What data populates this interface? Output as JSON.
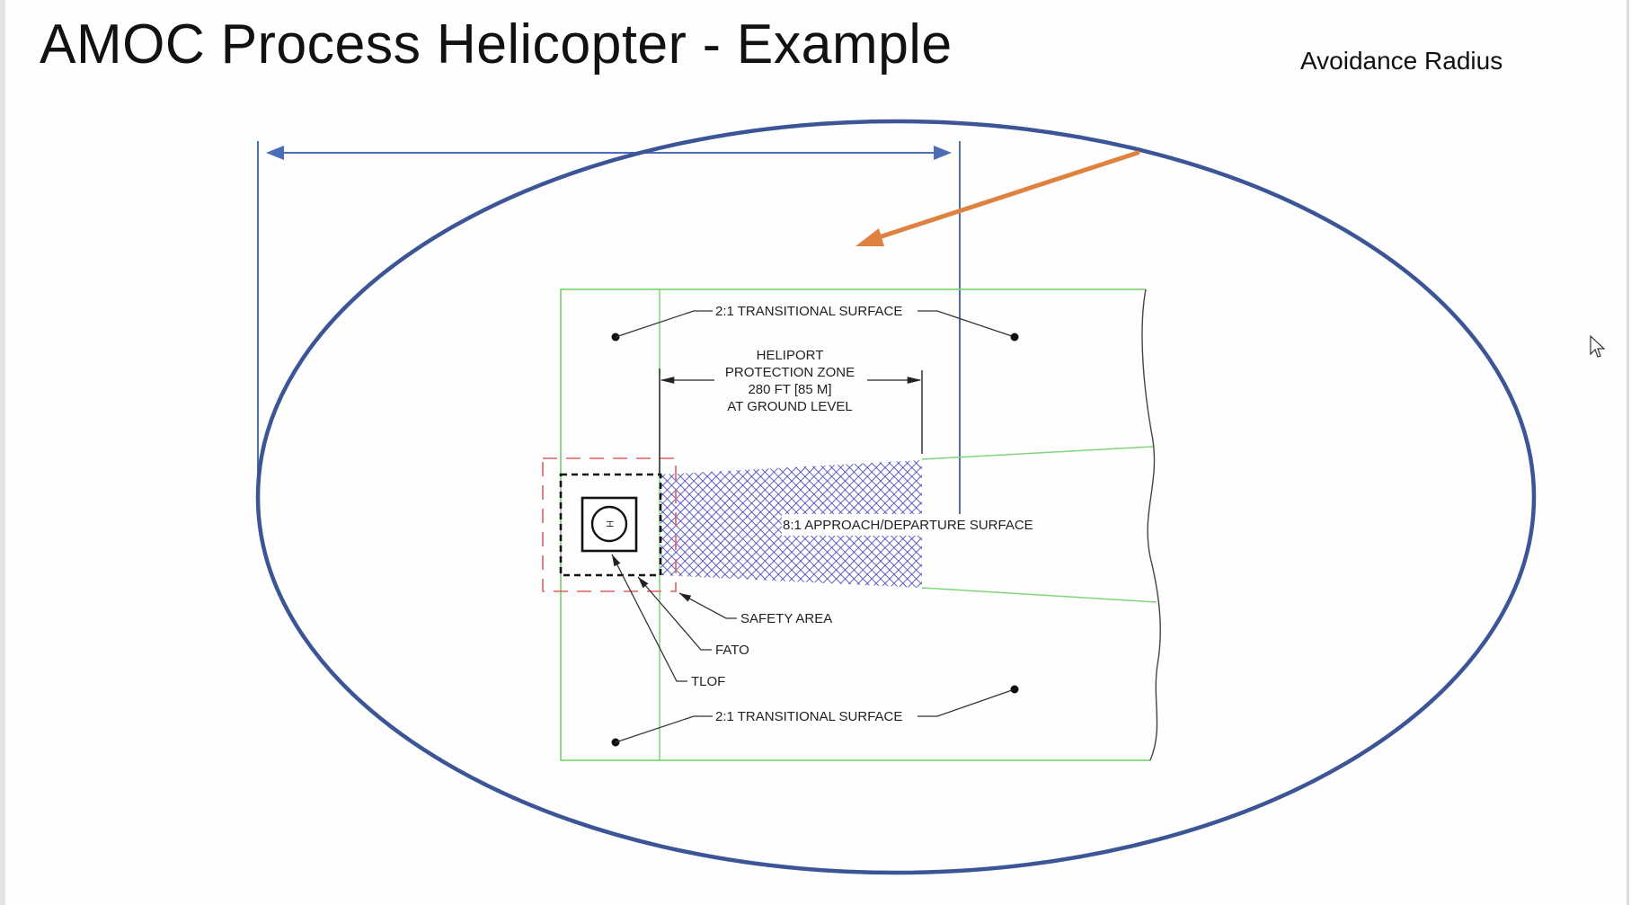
{
  "slide": {
    "title": "AMOC Process Helicopter - Example",
    "annotation": "Avoidance Radius"
  },
  "diagram": {
    "top_transitional_label": "2:1 TRANSITIONAL SURFACE",
    "bottom_transitional_label": "2:1 TRANSITIONAL SURFACE",
    "protection_zone_lines": [
      "HELIPORT",
      "PROTECTION ZONE",
      "280 FT [85 M]",
      "AT GROUND LEVEL"
    ],
    "approach_label": "8:1 APPROACH/DEPARTURE SURFACE",
    "safety_area_label": "SAFETY AREA",
    "fato_label": "FATO",
    "tlof_label": "TLOF",
    "helipad_marking": "H"
  },
  "icons": {
    "cursor": "mouse-pointer-icon",
    "arrow": "orange-arrow-icon"
  },
  "colors": {
    "ellipse": "#3b5596",
    "dimension": "#4a6db5",
    "orange_arrow": "#e0823f",
    "green": "#7fd67a",
    "hatch": "#3a3ab8",
    "safety_red": "#e06060"
  }
}
